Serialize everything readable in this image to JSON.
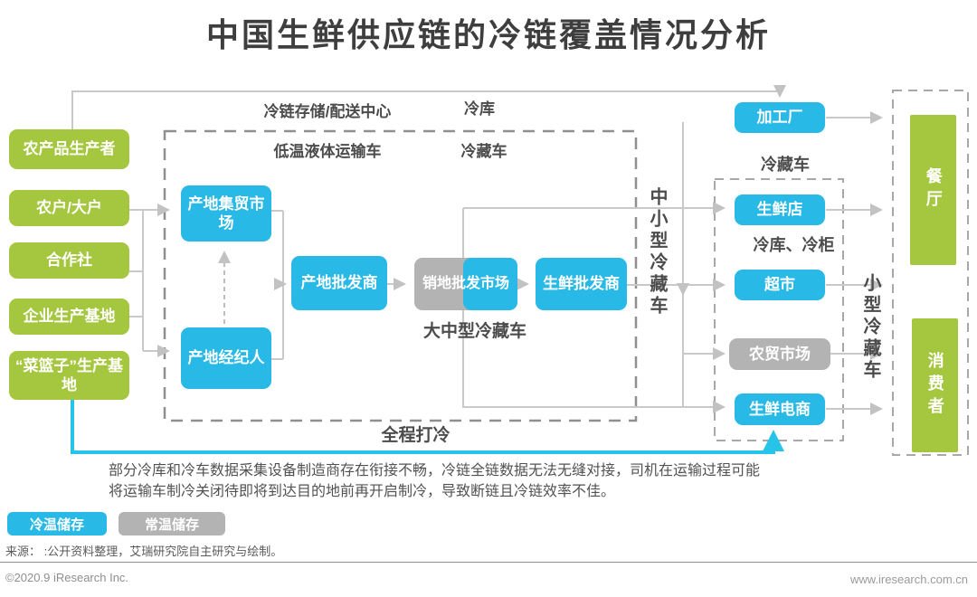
{
  "title": "中国生鲜供应链的冷链覆盖情况分析",
  "colors": {
    "green_node": "#a5c73f",
    "blue_cold_node": "#29b9e6",
    "gray_normal_node": "#b3b3b3",
    "cold_path_line": "#27c4ea"
  },
  "nodes": {
    "producer_top": "农产品生产者",
    "farmers": "农户/大户",
    "coop": "合作社",
    "enterprise_base": "企业生产基地",
    "basket_base": "“菜篮子”生产基地",
    "origin_market": "产地集贸市场",
    "origin_broker": "产地经纪人",
    "origin_wholesaler": "产地批发商",
    "dest_market": "销地批发市场",
    "fresh_wholesaler": "生鲜批发商",
    "processing_plant": "加工厂",
    "fresh_store": "生鲜店",
    "supermarket": "超市",
    "farmers_market": "农贸市场",
    "fresh_ecommerce": "生鲜电商",
    "restaurant": "餐厅",
    "consumer": "消费者"
  },
  "labels": {
    "cold_center": "冷链存储/配送中心",
    "cold_storage_top": "冷库",
    "low_temp_truck": "低温液体运输车",
    "reefer_inner": "冷藏车",
    "large_mid_reefer": "大中型冷藏车",
    "small_mid_reefer": "中小型冷藏车",
    "reefer_right": "冷藏车",
    "cold_cabinet": "冷库、冷柜",
    "small_reefer": "小型冷藏车",
    "full_cold": "全程打冷"
  },
  "note": "部分冷库和冷车数据采集设备制造商存在衔接不畅，冷链全链数据无法无缝对接，司机在运输过程可能将运输车制冷关闭待即将到达目的地前再开启制冷，导致断链且冷链效率不佳。",
  "legend": {
    "cold": "冷温储存",
    "normal": "常温储存"
  },
  "source": "来源： :公开资料整理，艾瑞研究院自主研究与绘制。",
  "footer": {
    "left": "©2020.9 iResearch Inc.",
    "right": "www.iresearch.com.cn"
  }
}
